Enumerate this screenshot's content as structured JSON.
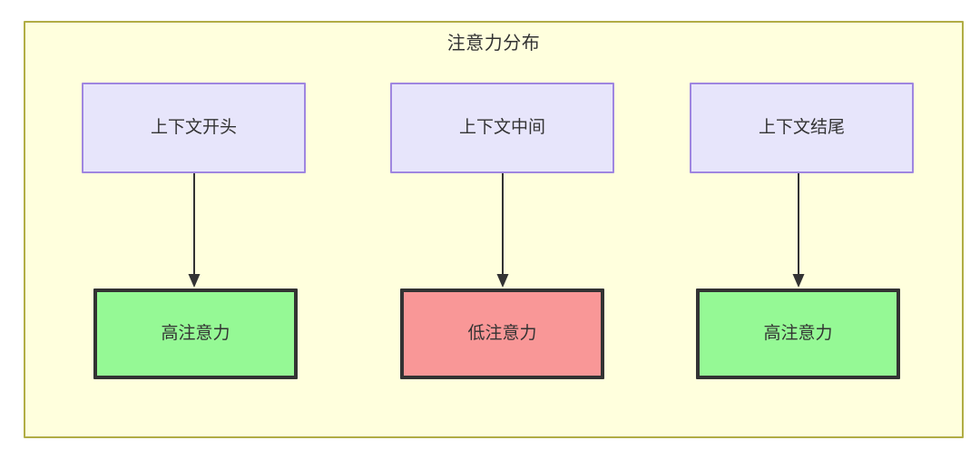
{
  "diagram": {
    "title": "注意力分布",
    "type": "flowchart",
    "colors": {
      "container_fill": "#ffffdd",
      "container_border": "#b1ad45",
      "source_fill": "#e7e5fb",
      "source_border": "#9f86e0",
      "high_attention_fill": "#95f995",
      "low_attention_fill": "#f99797",
      "result_border": "#333333",
      "edge": "#333333",
      "text": "#333333"
    },
    "columns": [
      {
        "source_label": "上下文开头",
        "result_label": "高注意力",
        "result_level": "high"
      },
      {
        "source_label": "上下文中间",
        "result_label": "低注意力",
        "result_level": "low"
      },
      {
        "source_label": "上下文结尾",
        "result_label": "高注意力",
        "result_level": "high"
      }
    ],
    "edges": [
      {
        "from": "上下文开头",
        "to": "高注意力",
        "arrow": "down-arrow-icon"
      },
      {
        "from": "上下文中间",
        "to": "低注意力",
        "arrow": "down-arrow-icon"
      },
      {
        "from": "上下文结尾",
        "to": "高注意力",
        "arrow": "down-arrow-icon"
      }
    ]
  }
}
